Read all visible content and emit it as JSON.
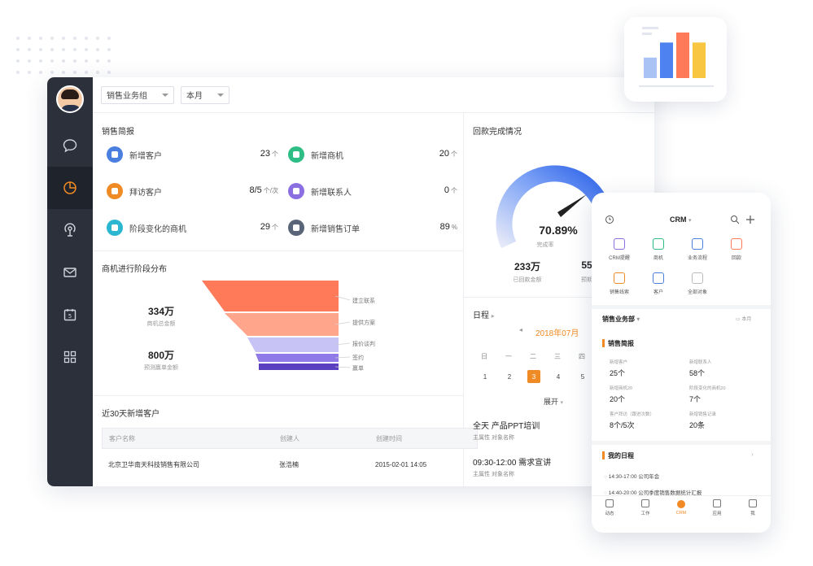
{
  "topbar": {
    "team_select": "销售业务组",
    "period_select": "本月"
  },
  "sales_report": {
    "title": "销售简报",
    "items": [
      {
        "label": "新增客户",
        "value": "23",
        "unit": "个",
        "color": "#4a7fe0",
        "icon": "building-icon"
      },
      {
        "label": "新增商机",
        "value": "20",
        "unit": "个",
        "color": "#2ebd85",
        "icon": "target-icon"
      },
      {
        "label": "拜访客户",
        "value": "8/5",
        "unit": "个/次",
        "color": "#f08a24",
        "icon": "door-icon"
      },
      {
        "label": "新增联系人",
        "value": "0",
        "unit": "个",
        "color": "#8b6fe0",
        "icon": "person-icon"
      },
      {
        "label": "阶段变化的商机",
        "value": "29",
        "unit": "个",
        "color": "#2bb7d1",
        "icon": "target-icon"
      },
      {
        "label": "新增销售订单",
        "value": "89",
        "unit": "%",
        "color": "#5a6478",
        "icon": "bar-chart-icon"
      }
    ]
  },
  "funnel": {
    "title": "商机进行阶段分布",
    "total_amount": "334万",
    "total_label": "商机总金额",
    "expected_amount": "800万",
    "expected_label": "预测赢单金额",
    "stages": [
      "建立联系",
      "提供方案",
      "报价谈判",
      "签约",
      "赢单"
    ],
    "colors": [
      "#ff7a59",
      "#ffa58c",
      "#c7c3f5",
      "#8f7ae8",
      "#5a3fc0"
    ]
  },
  "new_customers": {
    "title": "近30天新增客户",
    "headers": [
      "客户名称",
      "创建人",
      "创建时间"
    ],
    "rows": [
      [
        "北京卫华南天科技销售有限公司",
        "张浩楠",
        "2015-02-01 14:05"
      ]
    ]
  },
  "payment": {
    "title": "回款完成情况",
    "percent": "70.89%",
    "percent_label": "完成率",
    "received": "233万",
    "received_label": "已回款金额",
    "target": "55",
    "target_label": "预期"
  },
  "schedule": {
    "title": "日程",
    "month": "2018年07月",
    "weekdays": [
      "日",
      "一",
      "二",
      "三",
      "四"
    ],
    "days": [
      "1",
      "2",
      "3",
      "4",
      "5"
    ],
    "expand": "展开",
    "events": [
      {
        "time": "全天",
        "title": "产品PPT培训",
        "meta": "主属性  对象名称"
      },
      {
        "time": "09:30-12:00",
        "title": "需求宣讲",
        "meta": "主属性  对象名称"
      }
    ]
  },
  "phone": {
    "app_title": "CRM",
    "apps": [
      "CRM提醒",
      "商机",
      "业务流程",
      "回款",
      "销售线索",
      "客户",
      "全部对象"
    ],
    "dept": "销售业务部",
    "period": "本月",
    "report_title": "销售简报",
    "stats": [
      {
        "label": "新增客户",
        "value": "25个"
      },
      {
        "label": "新增联系人",
        "value": "58个"
      },
      {
        "label": "新增商机20",
        "value": "20个"
      },
      {
        "label": "阶段变化的商机20",
        "value": "7个"
      },
      {
        "label": "客户拜访（跟进次数）",
        "value": "8个/5次"
      },
      {
        "label": "新增销售记录",
        "value": "20条"
      }
    ],
    "schedule_title": "我的日程",
    "events": [
      "14:30-17:00 公司年会",
      "14:40-20:00 公司季度销售数据统计汇报"
    ],
    "tabs": [
      "动态",
      "工作",
      "CRM",
      "应用",
      "我"
    ]
  },
  "chart_card": {
    "bar_colors": [
      "#a9c3f5",
      "#4d82f0",
      "#ff7a59",
      "#f9c642"
    ],
    "bar_values": [
      0.45,
      0.78,
      1.0,
      0.78
    ]
  }
}
